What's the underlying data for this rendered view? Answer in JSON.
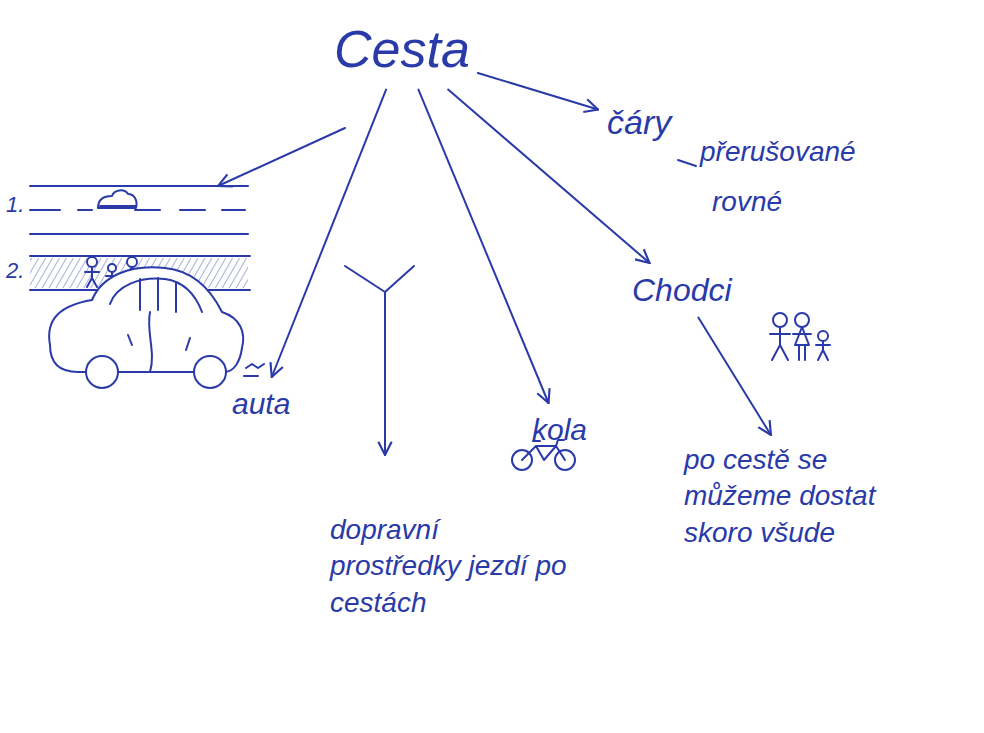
{
  "diagram": {
    "nodes": [
      {
        "text": [
          "Cesta"
        ]
      },
      {
        "text": [
          "čáry"
        ]
      },
      {
        "text": [
          "Chodci"
        ]
      },
      {
        "text": [
          "auta"
        ]
      },
      {
        "text": [
          "kola"
        ]
      },
      {
        "text": [
          "dopravní prostředky jezdí po cestách"
        ]
      },
      {
        "text": [
          "po cestě se můžeme dostat skoro všude"
        ]
      }
    ],
    "edges": [
      {
        "from": 0,
        "to": 1,
        "arrow": "to"
      },
      {
        "from": 0,
        "to": 2,
        "arrow": "to"
      },
      {
        "from": 0,
        "to": 3,
        "arrow": "to"
      },
      {
        "from": 0,
        "to": 4,
        "arrow": "to"
      },
      {
        "from": 2,
        "to": 6,
        "arrow": "to"
      }
    ],
    "labels": [
      "1.",
      "2.",
      "přerušované",
      "rovné"
    ]
  }
}
